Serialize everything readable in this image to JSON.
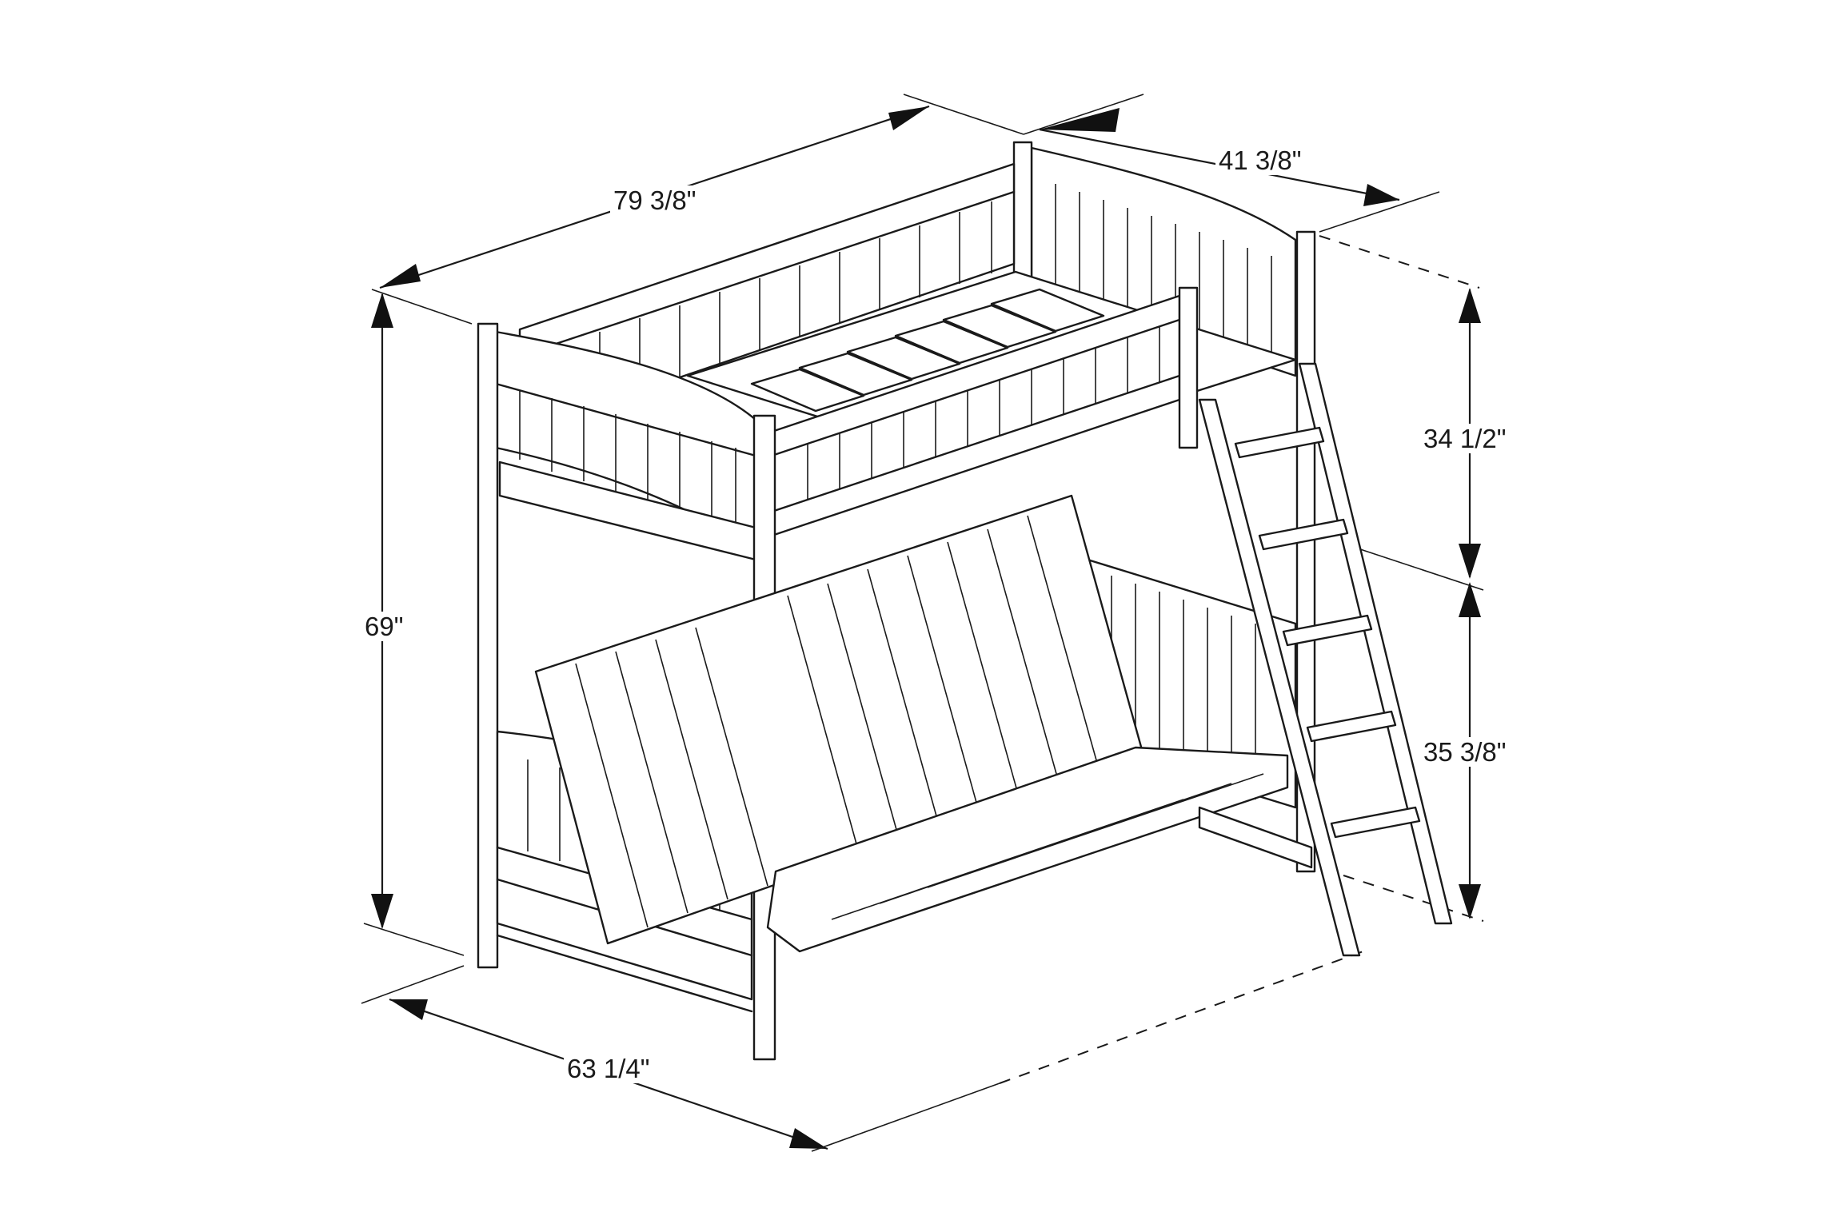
{
  "dimensions": {
    "length": "79 3/8\"",
    "width": "41 3/8\"",
    "total_height": "69\"",
    "upper_section_height": "34 1/2\"",
    "lower_section_height": "35 3/8\"",
    "base_depth": "63 1/4\""
  }
}
